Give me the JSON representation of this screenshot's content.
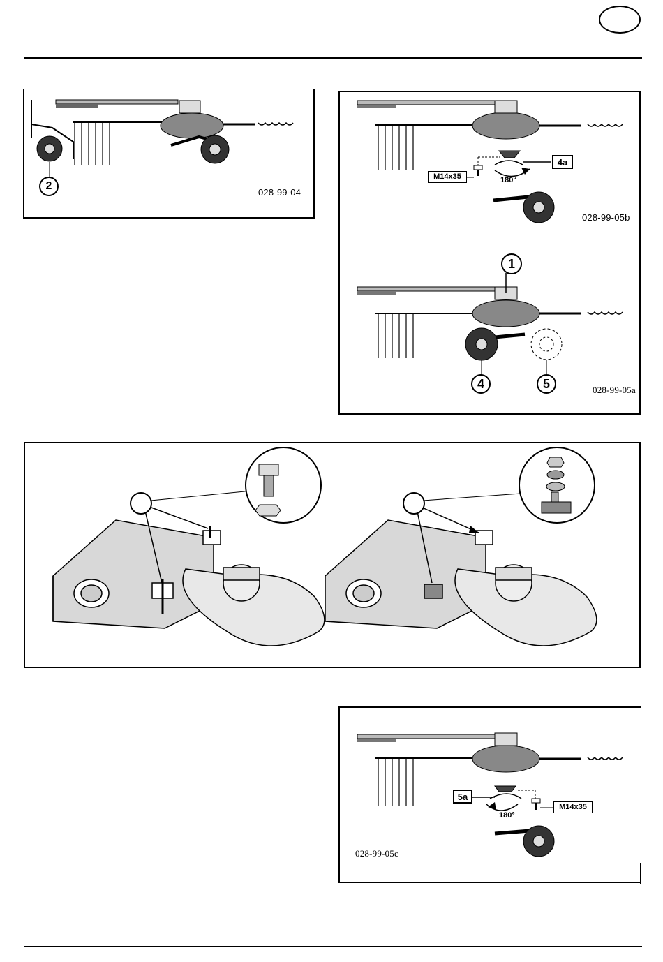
{
  "page": {
    "language_badge": ""
  },
  "figures": {
    "fig_04": {
      "code": "028-99-04",
      "callout_wheel": "2"
    },
    "fig_05b": {
      "code": "028-99-05b",
      "part_label": "4a",
      "bolt_label": "M14x35",
      "rotation": "180°"
    },
    "fig_05a": {
      "code": "028-99-05a",
      "callout_mount": "1",
      "callout_wheel": "4",
      "callout_dashed_wheel": "5"
    },
    "fig_detail": {
      "callout_left": "",
      "callout_right": ""
    },
    "fig_05c": {
      "code": "028-99-05c",
      "part_label": "5a",
      "bolt_label": "M14x35",
      "rotation": "180°"
    }
  }
}
